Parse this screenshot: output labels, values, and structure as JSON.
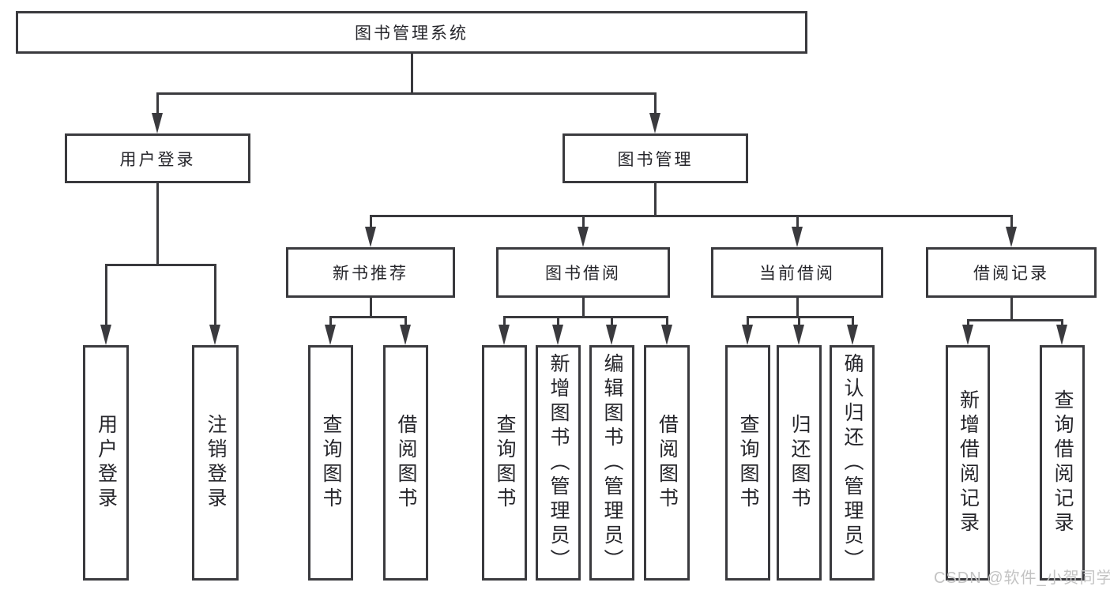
{
  "title": "图书管理系统",
  "nodes": {
    "user_login": "用户登录",
    "book_management": "图书管理",
    "new_book_recommend": "新书推荐",
    "book_borrow": "图书借阅",
    "current_borrow": "当前借阅",
    "borrow_record": "借阅记录",
    "leaf_user_login": "用户登录",
    "leaf_logout": "注销登录",
    "leaf_nb_query_book": "查询图书",
    "leaf_nb_borrow_book": "借阅图书",
    "leaf_bb_query_book": "查询图书",
    "leaf_bb_add_book": "新增图书（管理员）",
    "leaf_bb_edit_book": "编辑图书（管理员）",
    "leaf_bb_borrow_book": "借阅图书",
    "leaf_cb_query_book": "查询图书",
    "leaf_cb_return_book": "归还图书",
    "leaf_cb_confirm_return": "确认归还（管理员）",
    "leaf_br_add_record": "新增借阅记录",
    "leaf_br_query_record": "查询借阅记录"
  },
  "watermark": "CSDN @软件_小贺同学",
  "colors": {
    "line": "#3a3a3e",
    "text": "#26262b",
    "watermark": "#c3c3c3",
    "background": "#ffffff"
  }
}
